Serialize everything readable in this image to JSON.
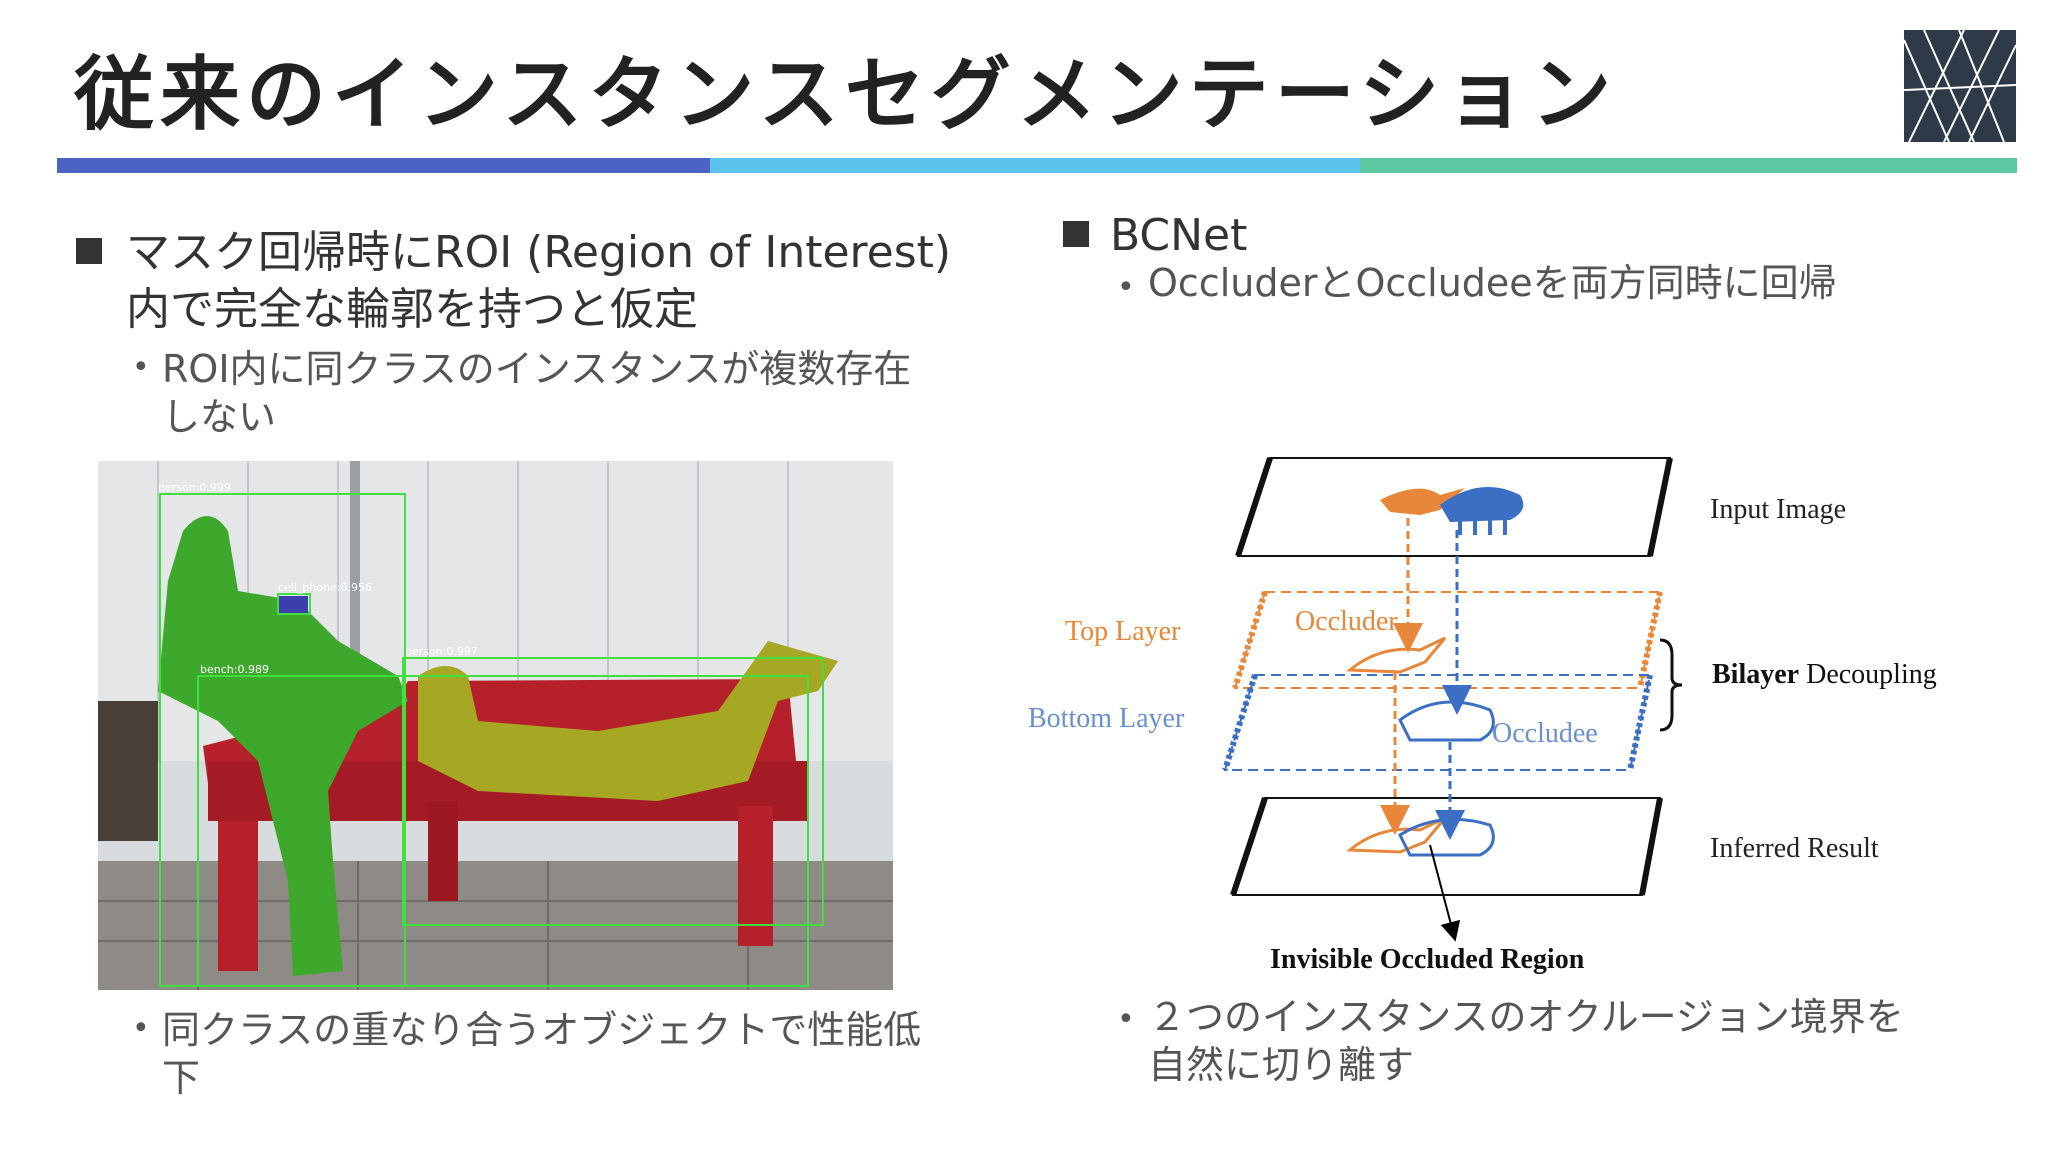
{
  "title": "従来のインスタンスセグメンテーション",
  "colors": {
    "bar_blue": "#4d63c4",
    "bar_cyan": "#5cc3ec",
    "bar_green": "#5cc8a2",
    "logo_bg": "#2e3a48"
  },
  "left": {
    "bullet_line1": "マスク回帰時にROI (Region of Interest)",
    "bullet_line2": "内で完全な輪郭を持つと仮定",
    "sub1_line1": "ROI内に同クラスのインスタンスが複数存在",
    "sub1_line2": "しない",
    "sub2_line1": "同クラスの重なり合うオブジェクトで性能低",
    "sub2_line2": "下",
    "photo_labels": {
      "person1": "person:0.999",
      "phone": "cell_phone:0.956",
      "bench": "bench:0.989",
      "person2": "person:0.997"
    }
  },
  "right": {
    "heading": "BCNet",
    "sub1": "OccluderとOccludeeを両方同時に回帰",
    "sub2_line1": "２つのインスタンスのオクルージョン境界を",
    "sub2_line2": "自然に切り離す",
    "diagram": {
      "input_image": "Input Image",
      "top_layer": "Top Layer",
      "bottom_layer": "Bottom Layer",
      "occluder": "Occluder",
      "occludee": "Occludee",
      "bilayer_bold": "Bilayer",
      "bilayer_rest": " Decoupling",
      "inferred_result": "Inferred Result",
      "invisible_region": "Invisible Occluded Region"
    }
  }
}
